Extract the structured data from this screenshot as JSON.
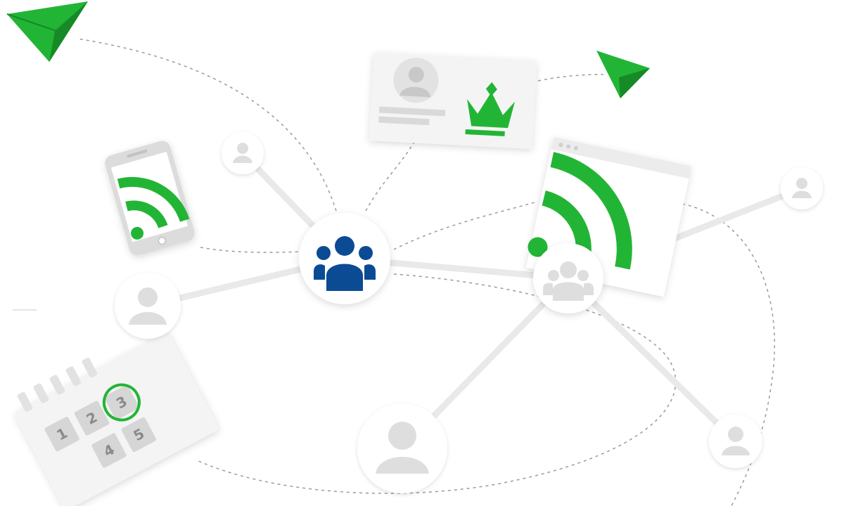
{
  "palette": {
    "green": "#22b535",
    "blue": "#0b4b94",
    "line": "#e9e9e9",
    "dash": "#9a9a9a",
    "node_fill": "#ffffff",
    "icon_gray": "#e0e0e0",
    "card_fill": "#f4f4f4"
  },
  "hub": {
    "icon": "group-icon"
  },
  "secondary_hub": {
    "icon": "group-icon"
  },
  "user_nodes": [
    {
      "icon": "user-icon"
    },
    {
      "icon": "user-icon"
    },
    {
      "icon": "user-icon"
    },
    {
      "icon": "user-icon"
    },
    {
      "icon": "user-icon"
    }
  ],
  "devices": {
    "phone": {
      "icon": "wifi-signal-icon"
    },
    "browser": {
      "icon": "wifi-signal-icon"
    },
    "profile_card": {
      "icons": [
        "avatar-icon",
        "crown-icon"
      ]
    }
  },
  "keypad": {
    "keys": [
      "1",
      "2",
      "3",
      "4",
      "5"
    ],
    "highlighted": "3"
  },
  "decorations": [
    "paper-plane-icon",
    "paper-plane-icon"
  ]
}
